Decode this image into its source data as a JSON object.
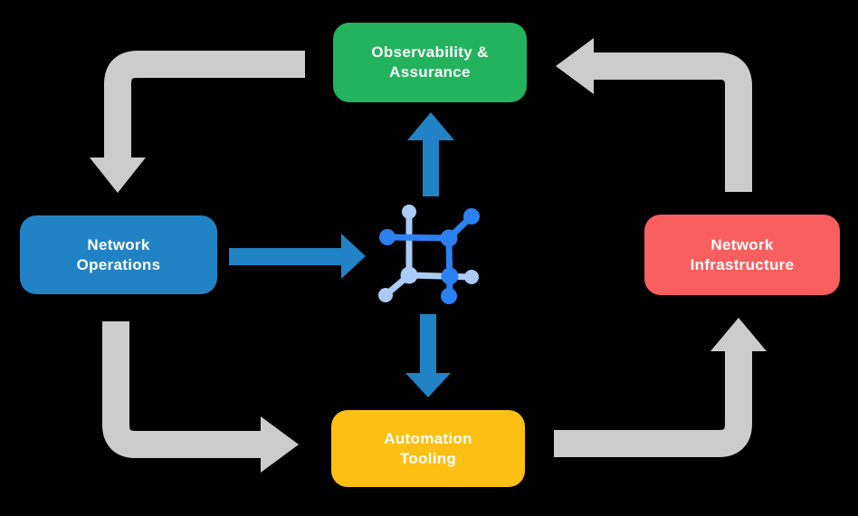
{
  "diagram": {
    "background_color": "#000000",
    "text_color": "#ffffff",
    "nodes": [
      {
        "id": "observability",
        "lines": [
          "Observability &",
          "Assurance"
        ],
        "color": "#23b25d"
      },
      {
        "id": "operations",
        "lines": [
          "Network",
          "Operations"
        ],
        "color": "#2183c5"
      },
      {
        "id": "infrastructure",
        "lines": [
          "Network",
          "Infrastructure"
        ],
        "color": "#f95f5f"
      },
      {
        "id": "tooling",
        "lines": [
          "Automation",
          "Tooling"
        ],
        "color": "#fcc014"
      }
    ],
    "center_icon": {
      "name": "network-topology-icon",
      "primary_color": "#2b81f2",
      "secondary_color": "#a9cbf5"
    },
    "arrows": {
      "cycle_color": "#cccccc",
      "hub_color": "#2183c5",
      "cycle": [
        {
          "from": "observability",
          "to": "operations"
        },
        {
          "from": "operations",
          "to": "tooling"
        },
        {
          "from": "tooling",
          "to": "infrastructure"
        },
        {
          "from": "infrastructure",
          "to": "observability"
        }
      ],
      "hub": [
        {
          "from": "operations",
          "to": "center"
        },
        {
          "from": "center",
          "to": "observability"
        },
        {
          "from": "center",
          "to": "tooling"
        }
      ]
    }
  }
}
